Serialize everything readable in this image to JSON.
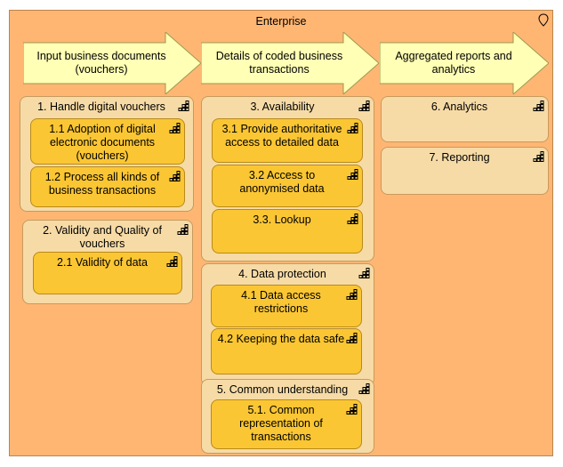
{
  "frame": {
    "title": "Enterprise"
  },
  "arrows": [
    {
      "label": "Input business documents (vouchers)"
    },
    {
      "label": "Details of coded business transactions"
    },
    {
      "label": "Aggregated reports and analytics"
    }
  ],
  "capabilities": [
    {
      "title": "1. Handle digital vouchers",
      "children": [
        {
          "title": "1.1 Adoption of digital electronic documents (vouchers)"
        },
        {
          "title": "1.2 Process all kinds of business transactions"
        }
      ]
    },
    {
      "title": "2. Validity and Quality of vouchers",
      "children": [
        {
          "title": "2.1 Validity of data"
        }
      ]
    },
    {
      "title": "3. Availability",
      "children": [
        {
          "title": "3.1 Provide authoritative access to detailed data"
        },
        {
          "title": "3.2 Access to anonymised data"
        },
        {
          "title": "3.3. Lookup"
        }
      ]
    },
    {
      "title": "4. Data protection",
      "children": [
        {
          "title": "4.1 Data access restrictions"
        },
        {
          "title": "4.2 Keeping the data safe"
        }
      ]
    },
    {
      "title": "5. Common understanding",
      "children": [
        {
          "title": "5.1. Common representation of transactions"
        }
      ]
    },
    {
      "title": "6. Analytics",
      "children": []
    },
    {
      "title": "7. Reporting",
      "children": []
    }
  ],
  "colors": {
    "frame": "#ffb673",
    "capability": "#f7dba6",
    "sub_capability": "#fbc633",
    "arrow_fill": "#ffffb5"
  },
  "icons": {
    "frame": "location-pin-icon",
    "capability": "capability-icon"
  }
}
